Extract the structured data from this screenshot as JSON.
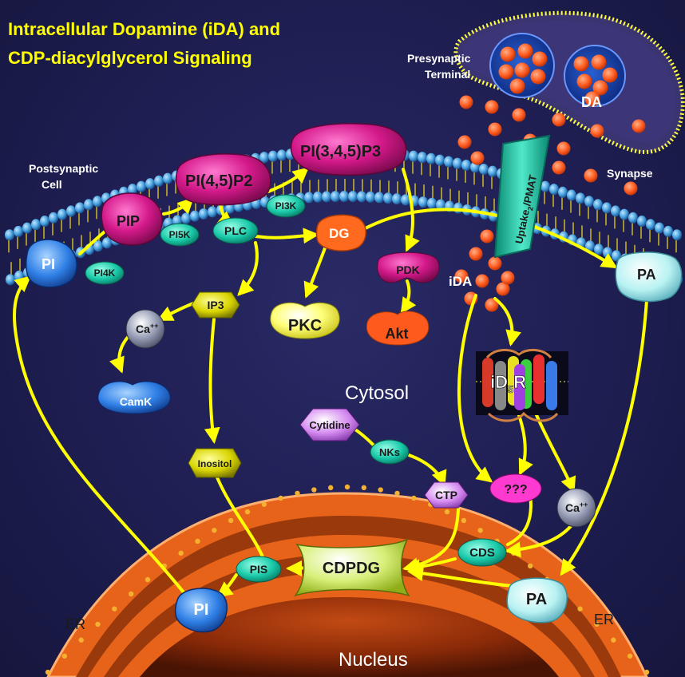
{
  "title": {
    "line1": "Intracellular Dopamine (iDA) and",
    "line2": "CDP-diacylglycerol Signaling"
  },
  "regions": {
    "presynaptic_line1": "Presynaptic",
    "presynaptic_line2": "Terminal",
    "postsynaptic_line1": "Postsynaptic",
    "postsynaptic_line2": "Cell",
    "synapse": "Synapse",
    "cytosol": "Cytosol",
    "nucleus": "Nucleus",
    "er_left": "ER",
    "er_right": "ER"
  },
  "molecules": {
    "da": "DA",
    "ida": "iDA",
    "pi_membrane": "PI",
    "pip": "PIP",
    "pi45p2": "PI(4,5)P2",
    "pi345p3": "PI(3,4,5)P3",
    "dg": "DG",
    "pa_membrane": "PA",
    "ip3": "IP3",
    "inositol": "Inositol",
    "cytidine": "Cytidine",
    "ctp": "CTP",
    "cdpdg": "CDPDG",
    "pi_er": "PI",
    "pa_er": "PA",
    "unknown": "???",
    "ca_left": "Ca",
    "ca_left_sup": "++",
    "ca_right": "Ca",
    "ca_right_sup": "++"
  },
  "enzymes": {
    "pi4k": "PI4K",
    "pi5k": "PI5K",
    "pi3k": "PI3K",
    "plc": "PLC",
    "pdk": "PDK",
    "akt": "Akt",
    "pkc": "PKC",
    "camk": "CamK",
    "nks": "NKs",
    "cds": "CDS",
    "pis": "PIS"
  },
  "transporter": {
    "label_main": "Uptake",
    "label_sub": "2",
    "label_tail": "/PMAT"
  },
  "receptor": {
    "label_main": "iD",
    "label_sub": "5",
    "label_tail": "R"
  },
  "colors": {
    "background": "#1e1e52",
    "title": "#ffff00",
    "arrow": "#ffff00",
    "membrane_head": "#4aa3e0",
    "lipid_pink": "#d4198a",
    "enzyme_teal": "#19c9a8",
    "da_orange": "#ff5a1e",
    "er_orange": "#e8631a",
    "nucleus": "#8a2a08"
  }
}
